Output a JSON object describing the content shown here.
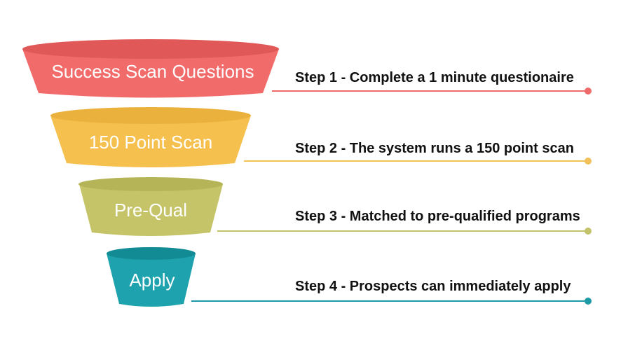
{
  "stages": [
    {
      "label": "Success Scan Questions",
      "step": "Step 1 - Complete a 1 minute questionaire",
      "color": "#f26b6b",
      "top_color": "#e05858",
      "line_color": "#ef6a6a"
    },
    {
      "label": "150 Point Scan",
      "step": "Step 2 - The system runs a 150 point scan",
      "color": "#f6c04f",
      "top_color": "#eab23d",
      "line_color": "#f2c25a"
    },
    {
      "label": "Pre-Qual",
      "step": "Step 3 - Matched to pre-qualified programs",
      "color": "#c5c468",
      "top_color": "#b5b457",
      "line_color": "#c2c36a"
    },
    {
      "label": "Apply",
      "step": "Step 4 - Prospects can immediately apply",
      "color": "#1ea3ae",
      "top_color": "#128b95",
      "line_color": "#1d9aa5"
    }
  ]
}
